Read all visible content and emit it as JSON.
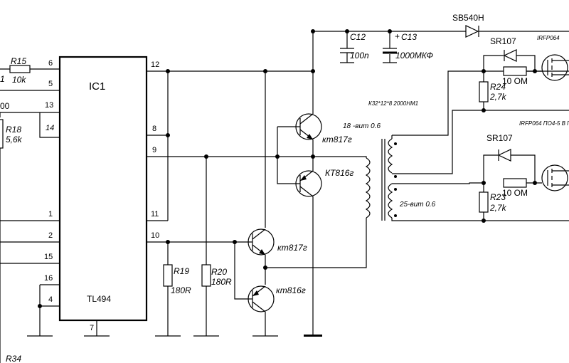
{
  "ic": {
    "name": "IC1",
    "part": "TL494"
  },
  "pins": {
    "p6": "6",
    "p5": "5",
    "p13": "13",
    "p14": "14",
    "p1": "1",
    "p2": "2",
    "p15": "15",
    "p16": "16",
    "p4": "4",
    "p7": "7",
    "p12": "12",
    "p8": "8",
    "p9": "9",
    "p11": "11",
    "p10": "10"
  },
  "parts": {
    "r15": {
      "ref": "R15",
      "value": "10k"
    },
    "r18": {
      "ref": "R18",
      "value": "5,6k"
    },
    "r19": {
      "ref": "R19",
      "value": "180R"
    },
    "r20": {
      "ref": "R20",
      "value": "180R"
    },
    "r24": {
      "ref": "R24",
      "value": "2,7k"
    },
    "r23": {
      "ref": "R23",
      "value": "2,7k"
    },
    "r34": {
      "ref": "R34"
    },
    "c12": {
      "ref": "C12",
      "value": "100n"
    },
    "c13": {
      "ref": "C13",
      "value": "1000МКФ"
    },
    "c13_polarity": "+",
    "d_sb": {
      "ref": "SB540H"
    },
    "d_sr1": {
      "ref": "SR107"
    },
    "d_sr2": {
      "ref": "SR107"
    },
    "r_10om_1": {
      "value": "10 OM"
    },
    "r_10om_2": {
      "value": "10 OM"
    },
    "q1": {
      "ref": "кт817г"
    },
    "q2": {
      "ref": "КТ816г"
    },
    "q3": {
      "ref": "кт817г"
    },
    "q4": {
      "ref": "кт816г"
    },
    "mosfet1": {
      "ref": "IRFP064"
    },
    "mosfet2": {
      "ref": "IRFP064 ПО4-5 В П"
    }
  },
  "transformer": {
    "core": "К32*12*8 2000НМ1",
    "primary": "18 -вит 0.6",
    "secondary": "25-вит 0.6"
  },
  "edge_text": {
    "left_1": "1",
    "left_00": "00"
  }
}
